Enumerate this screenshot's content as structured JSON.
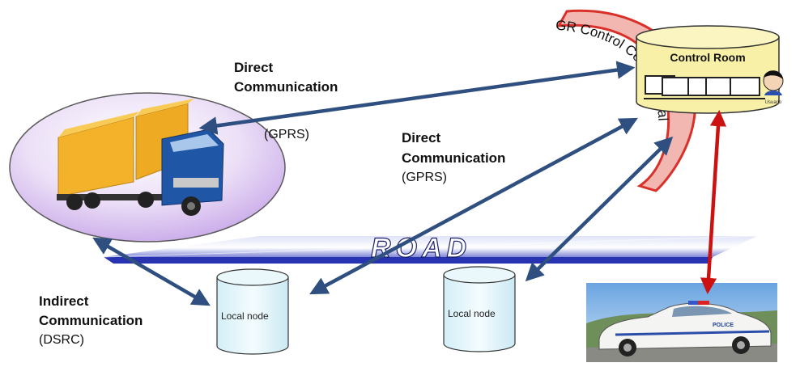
{
  "labels": {
    "direct_top": {
      "line1": "Direct",
      "line2": "Communication",
      "sub": "(GPRS)"
    },
    "direct_mid": {
      "line1": "Direct",
      "line2": "Communication",
      "sub": "(GPRS)"
    },
    "indirect": {
      "line1": "Indirect",
      "line2": "Communication",
      "sub": "(DSRC)"
    }
  },
  "control_room": {
    "title": "Control Room",
    "user_caption": "Usuario"
  },
  "portal": {
    "text": "GR Control Center Portal"
  },
  "road": {
    "text": "ROAD"
  },
  "local_nodes": [
    {
      "label": "Local node"
    },
    {
      "label": "Local node"
    }
  ],
  "police_car": {
    "badge": "POLICE"
  },
  "colors": {
    "arrow": "#2e4f7f",
    "red_link": "#cc1111",
    "portal_red": "#d9302a",
    "portal_fill": "#f2b5b0",
    "truck_cab": "#1d4f9c",
    "truck_trailer": "#f1b12a",
    "road": "#2b39b5",
    "cylinder_fill": "#eaf7fb",
    "control_room_fill": "#fbf6c1"
  }
}
